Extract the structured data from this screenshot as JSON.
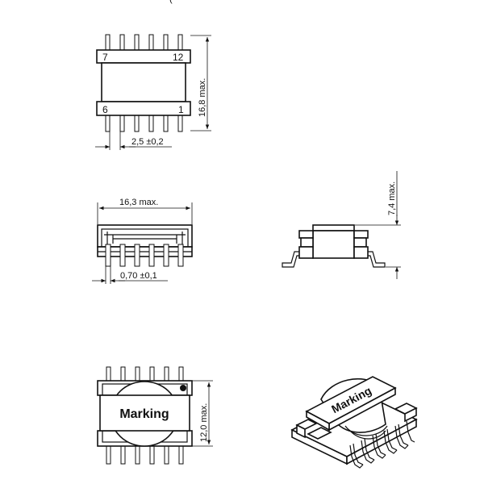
{
  "header": {
    "fragment": "("
  },
  "top_view": {
    "pin_left_top": "7",
    "pin_right_top": "12",
    "pin_left_bottom": "6",
    "pin_right_bottom": "1",
    "height_dim": "16,8  max.",
    "pitch_dim": "2,5 ±0,2"
  },
  "front_view": {
    "width_dim": "16,3  max.",
    "pin_width_dim": "0,70 ±0,1"
  },
  "side_view": {
    "height_dim": "7,4  max."
  },
  "bottom_view": {
    "marking": "Marking",
    "height_dim": "12,0  max."
  },
  "iso_view": {
    "marking": "Marking"
  }
}
